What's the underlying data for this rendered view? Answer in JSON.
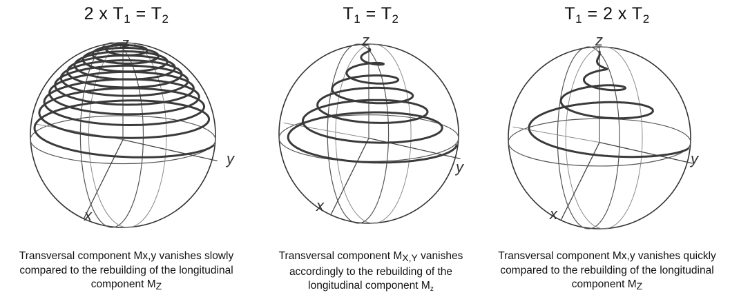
{
  "panels": [
    {
      "title": {
        "pre": "2 x T",
        "sub1": "1",
        "mid": " = T",
        "sub2": "2"
      },
      "axes": {
        "z": "z",
        "y": "y",
        "x": "x"
      },
      "turns": 11,
      "caption": {
        "line1": "Transversal component Mx,y vanishes slowly",
        "line2": "compared to the rebuilding of the longitudinal",
        "line3_pre": "component M",
        "line3_sub": "Z"
      }
    },
    {
      "title": {
        "pre": "T",
        "sub1": "1",
        "mid": " = T",
        "sub2": "2",
        "post": ""
      },
      "axes": {
        "z": "z",
        "y": "y",
        "x": "x"
      },
      "turns": 6,
      "caption": {
        "line1_pre": "Transversal component M",
        "line1_sub": "X,Y",
        "line1_post": " vanishes",
        "line2": "accordingly to the rebuilding of the",
        "line3_pre": "longitudinal component M",
        "line3_sub": "z"
      }
    },
    {
      "title": {
        "pre": "T",
        "sub1": "1",
        "mid": " = 2 x T",
        "sub2": "2"
      },
      "axes": {
        "z": "z",
        "y": "y",
        "x": "x"
      },
      "turns": 4,
      "caption": {
        "line1": "Transversal component Mx,y vanishes quickly",
        "line2": "compared to the rebuilding of the longitudinal",
        "line3_pre": "component M",
        "line3_sub": "Z"
      }
    }
  ]
}
